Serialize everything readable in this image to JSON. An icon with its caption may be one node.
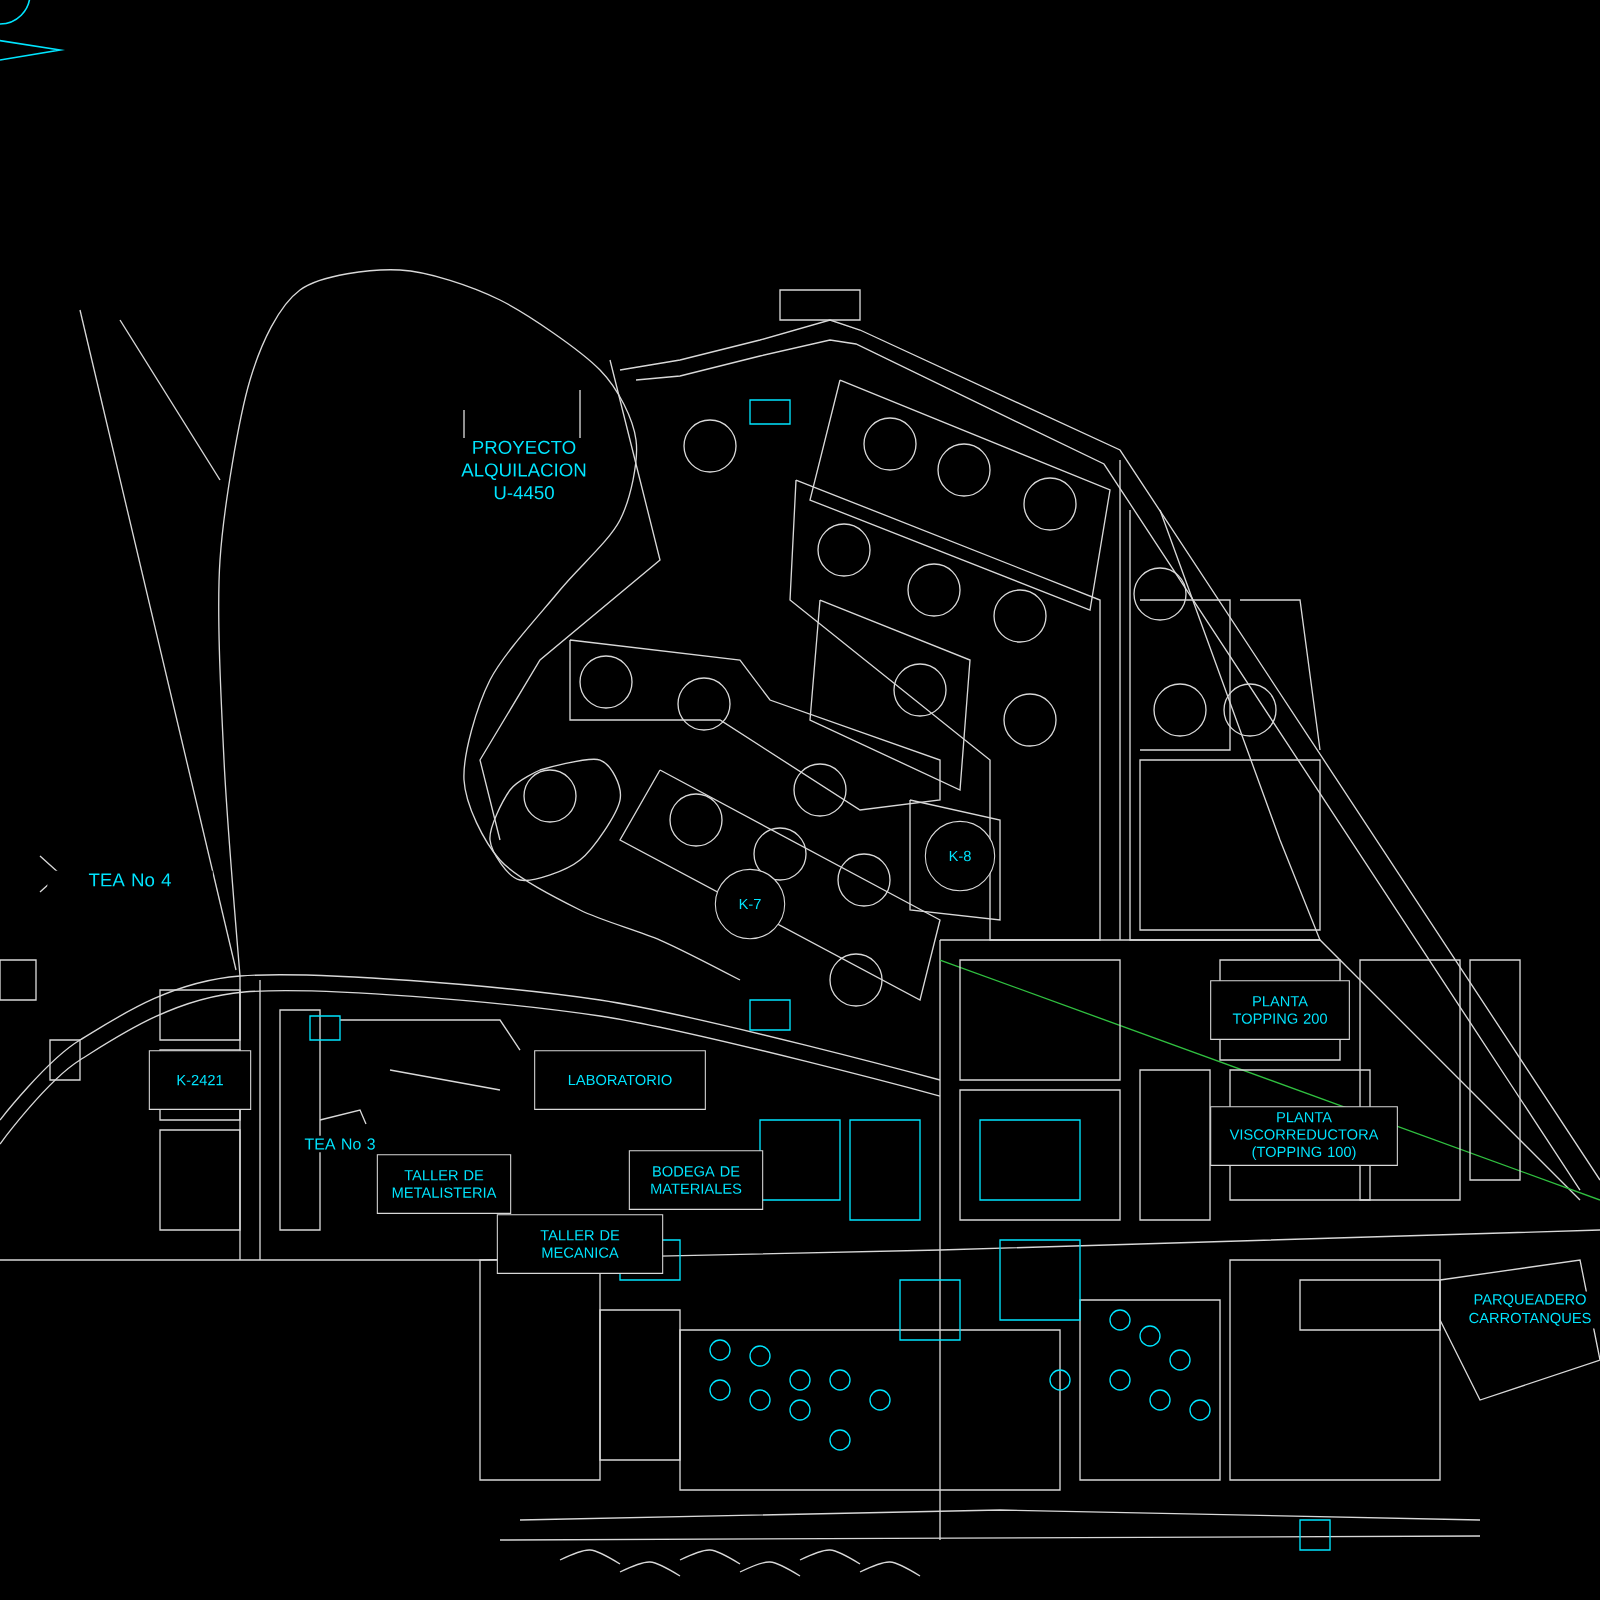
{
  "diagram": {
    "nodes": [
      {
        "text": [
          "K-2421"
        ]
      },
      {
        "text": [
          "LABORATORIO"
        ]
      },
      {
        "text": [
          "TALLER DE METALISTERIA"
        ]
      },
      {
        "text": [
          "TALLER DE MECANICA"
        ]
      },
      {
        "text": [
          "BODEGA DE MATERIALES"
        ]
      },
      {
        "text": [
          "PLANTA TOPPING 200"
        ]
      },
      {
        "text": [
          "PLANTA VISCORREDUCTORA",
          "(TOPPING 100)"
        ]
      },
      {
        "text": [
          "K-7"
        ]
      },
      {
        "text": [
          "K-8"
        ]
      }
    ],
    "edges": [],
    "labels": [
      "PROYECTO ALQUILACION U-4450",
      "TEA No 4",
      "TEA No 3",
      "PARQUEADERO CARROTANQUES"
    ]
  }
}
